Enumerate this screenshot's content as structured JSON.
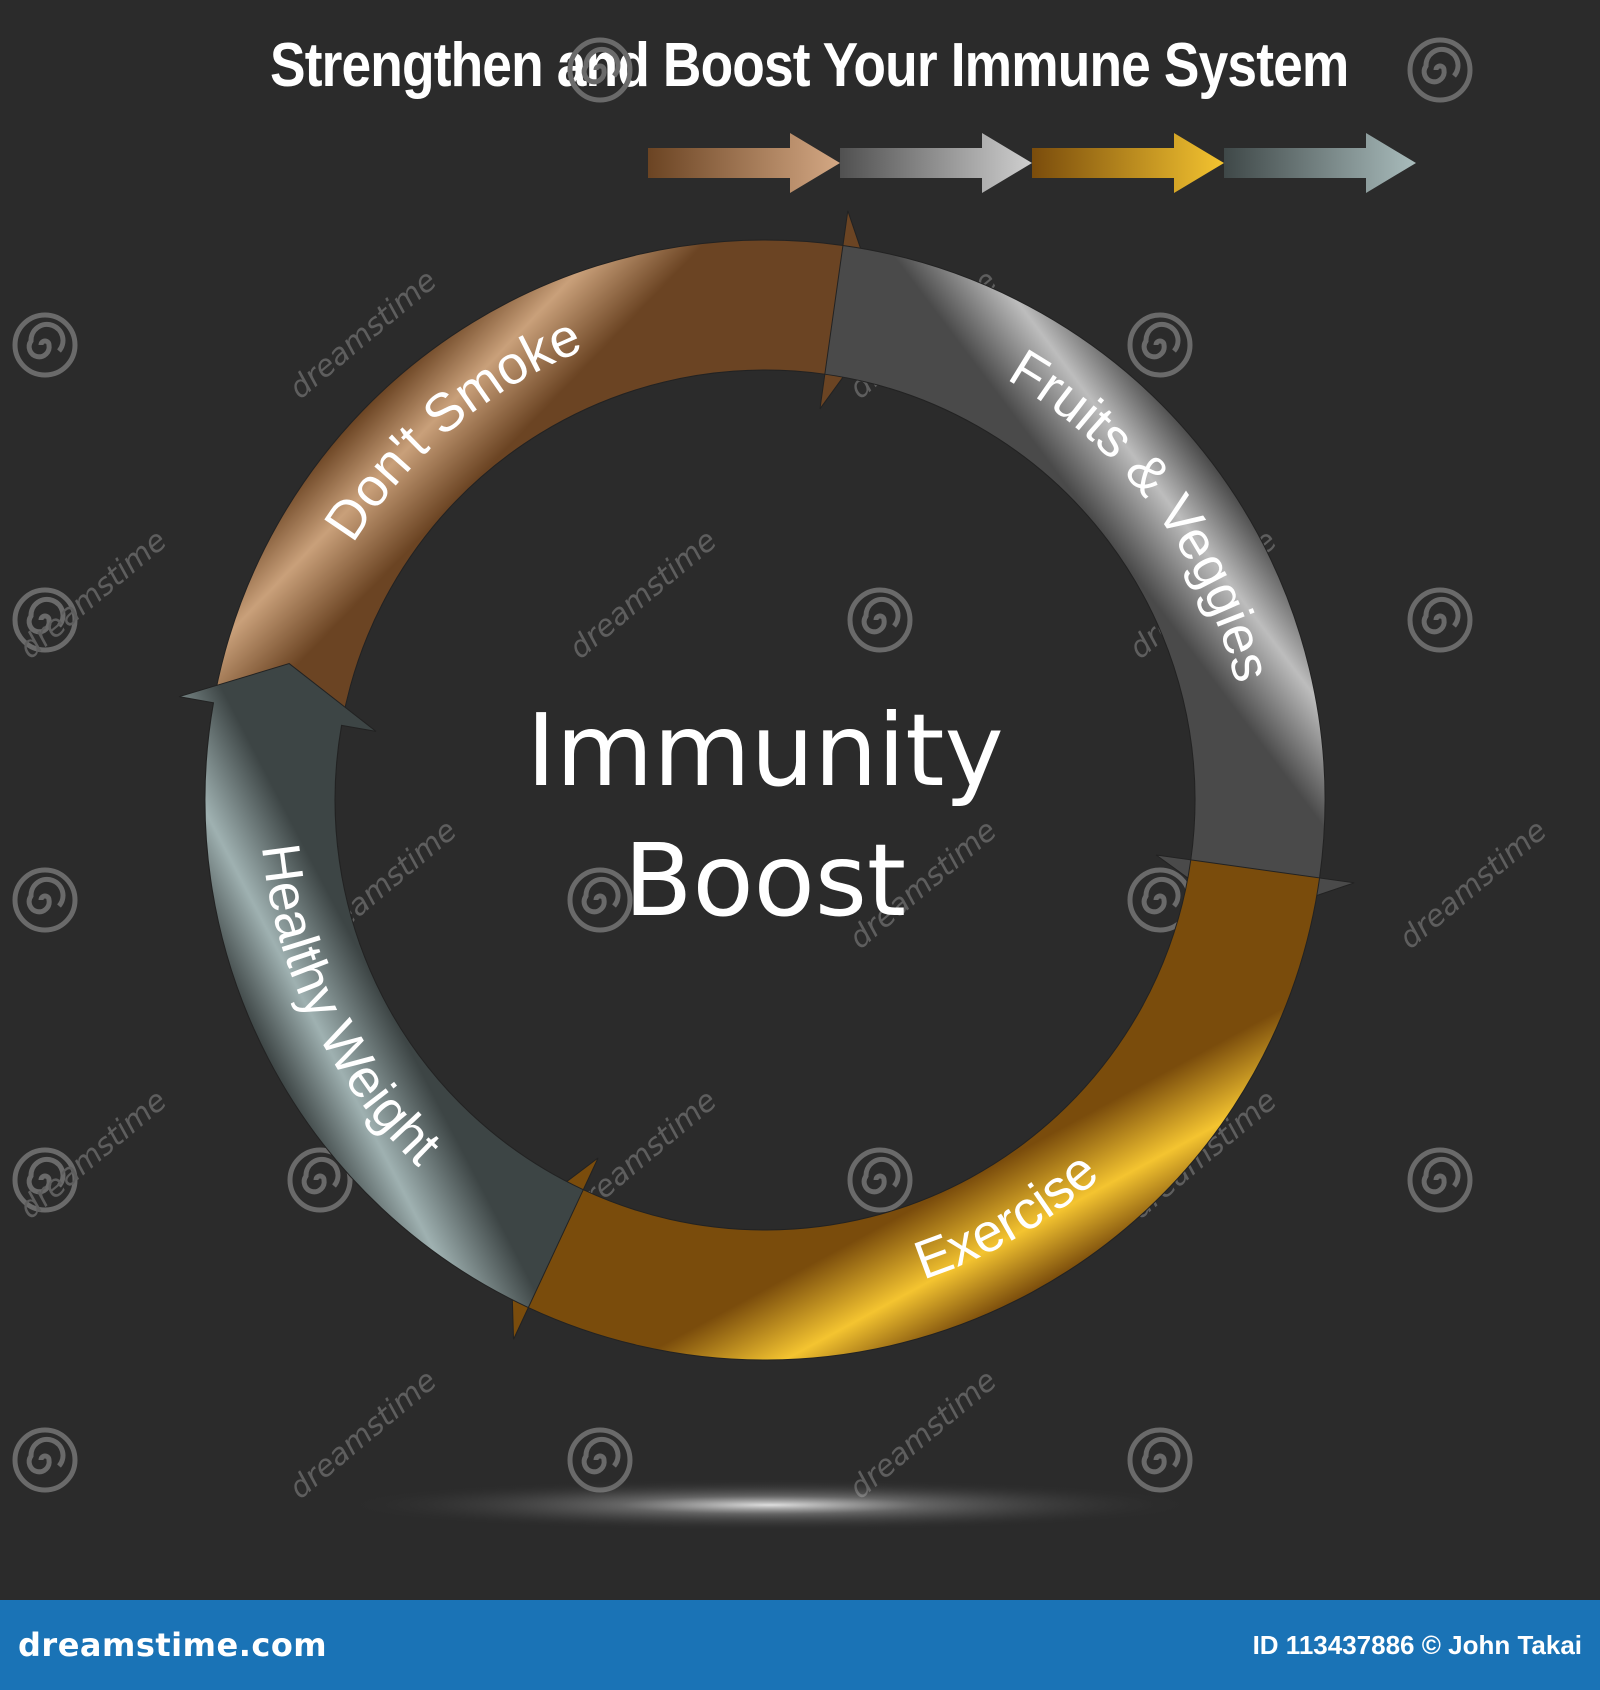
{
  "title": "Strengthen and Boost Your Immune System",
  "center": {
    "line1": "Immunity",
    "line2": "Boost"
  },
  "segments": [
    {
      "label": "Don't Smoke",
      "color_light": "#c9a07a",
      "color_dark": "#6b4423"
    },
    {
      "label": "Fruits & Veggies",
      "color_light": "#bdbdbd",
      "color_dark": "#4a4a4a"
    },
    {
      "label": "Exercise",
      "color_light": "#f4c430",
      "color_dark": "#7a4c0c"
    },
    {
      "label": "Healthy Weight",
      "color_light": "#9fb1b1",
      "color_dark": "#3d4545"
    }
  ],
  "legend_arrows": [
    {
      "color_light": "#d4a884",
      "color_dark": "#6b4423"
    },
    {
      "color_light": "#cfcfcf",
      "color_dark": "#505050"
    },
    {
      "color_light": "#f4c430",
      "color_dark": "#7a4c0c"
    },
    {
      "color_light": "#a9bcbc",
      "color_dark": "#3f4848"
    }
  ],
  "watermark": {
    "text": "dreamstime"
  },
  "footer": {
    "brand": "dreamstime.com",
    "credit": "ID 113437886 © John Takai"
  }
}
